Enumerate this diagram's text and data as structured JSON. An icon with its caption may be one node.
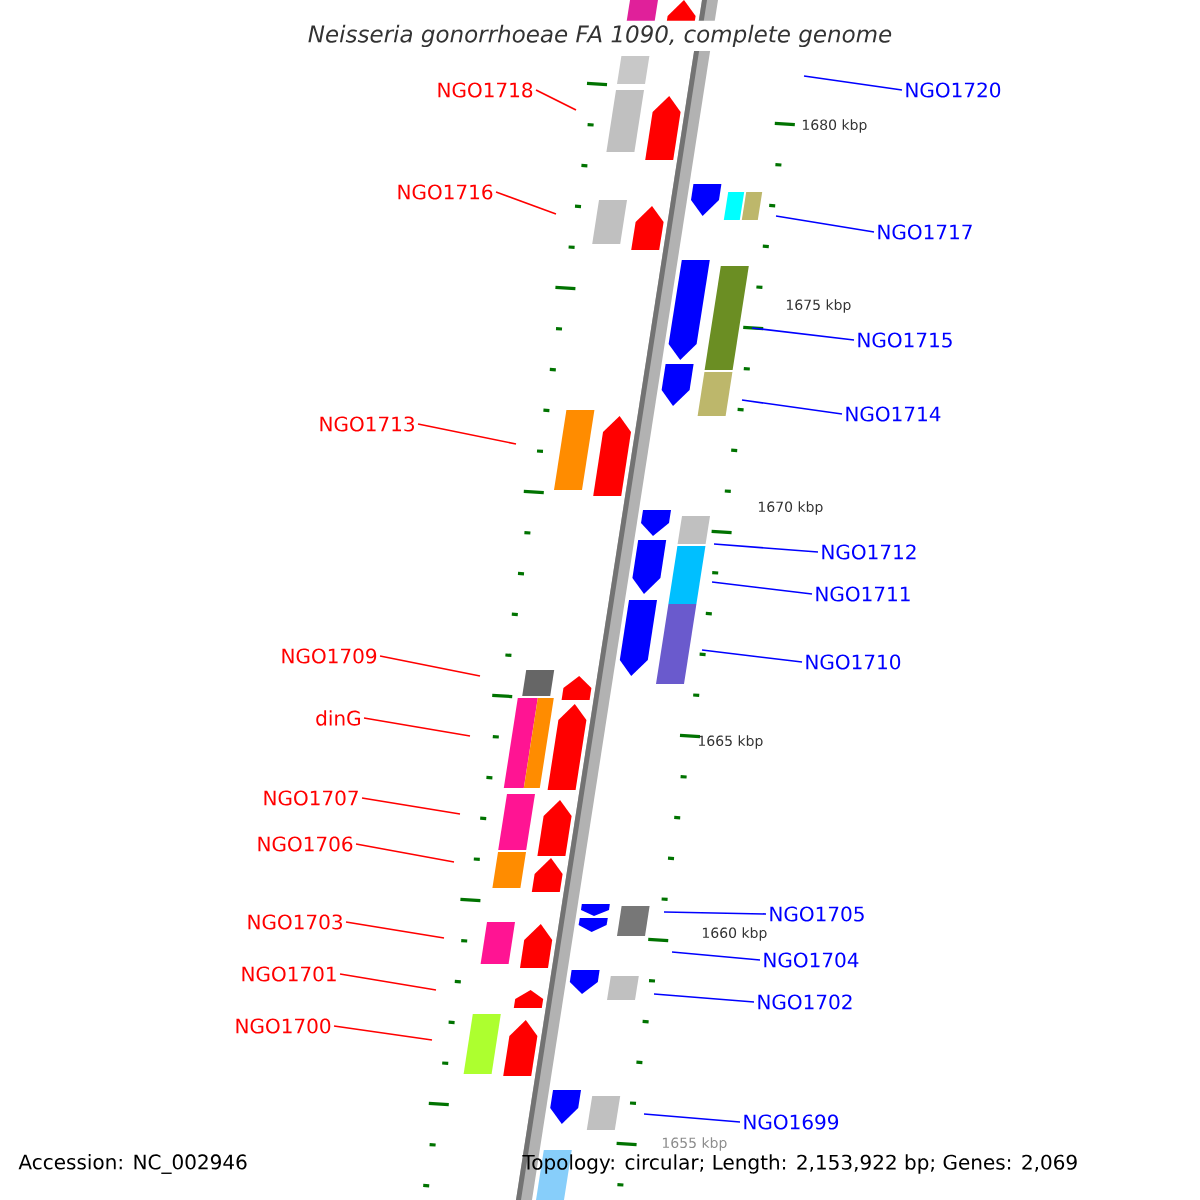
{
  "diagram": {
    "title": "Neisseria gonorrhoeae FA 1090, complete genome",
    "nodes": [
      {
        "text": [
          "NGO1720"
        ]
      },
      {
        "text": [
          "NGO1718"
        ]
      },
      {
        "text": [
          "NGO1716"
        ]
      },
      {
        "text": [
          "NGO1717"
        ]
      },
      {
        "text": [
          "NGO1715"
        ]
      },
      {
        "text": [
          "NGO1714"
        ]
      },
      {
        "text": [
          "NGO1713"
        ]
      },
      {
        "text": [
          "NGO1712"
        ]
      },
      {
        "text": [
          "NGO1711"
        ]
      },
      {
        "text": [
          "NGO1709"
        ]
      },
      {
        "text": [
          "NGO1710"
        ]
      },
      {
        "text": [
          "dinG"
        ]
      },
      {
        "text": [
          "NGO1707"
        ]
      },
      {
        "text": [
          "NGO1706"
        ]
      },
      {
        "text": [
          "NGO1705"
        ]
      },
      {
        "text": [
          "NGO1703"
        ]
      },
      {
        "text": [
          "NGO1704"
        ]
      },
      {
        "text": [
          "NGO1701"
        ]
      },
      {
        "text": [
          "NGO1702"
        ]
      },
      {
        "text": [
          "NGO1700"
        ]
      },
      {
        "text": [
          "NGO1699"
        ]
      }
    ],
    "edges": [
      {
        "from": 0,
        "to": null,
        "arrow": "none"
      },
      {
        "from": 1,
        "to": null,
        "arrow": "none",
        "color": "#ff0000"
      },
      {
        "from": 2,
        "to": null,
        "arrow": "none",
        "color": "#ff0000"
      },
      {
        "from": 3,
        "to": null,
        "arrow": "none"
      },
      {
        "from": 4,
        "to": null,
        "arrow": "none"
      },
      {
        "from": 5,
        "to": null,
        "arrow": "none"
      },
      {
        "from": 6,
        "to": null,
        "arrow": "none",
        "color": "#ff0000"
      },
      {
        "from": 7,
        "to": null,
        "arrow": "none"
      },
      {
        "from": 8,
        "to": null,
        "arrow": "none"
      },
      {
        "from": 9,
        "to": null,
        "arrow": "none",
        "color": "#ff0000"
      },
      {
        "from": 10,
        "to": null,
        "arrow": "none"
      },
      {
        "from": 11,
        "to": null,
        "arrow": "none",
        "color": "#ff0000"
      },
      {
        "from": 12,
        "to": null,
        "arrow": "none",
        "color": "#ff0000"
      },
      {
        "from": 13,
        "to": null,
        "arrow": "none",
        "color": "#ff0000"
      },
      {
        "from": 14,
        "to": null,
        "arrow": "none"
      },
      {
        "from": 15,
        "to": null,
        "arrow": "none",
        "color": "#ff0000"
      },
      {
        "from": 16,
        "to": null,
        "arrow": "none"
      },
      {
        "from": 17,
        "to": null,
        "arrow": "none",
        "color": "#ff0000"
      },
      {
        "from": 18,
        "to": null,
        "arrow": "none"
      },
      {
        "from": 19,
        "to": null,
        "arrow": "none",
        "color": "#ff0000"
      },
      {
        "from": 20,
        "to": null,
        "arrow": "none"
      }
    ],
    "labels": [
      "1680 kbp",
      "1675 kbp",
      "1670 kbp",
      "1665 kbp",
      "1660 kbp",
      "1655 kbp",
      "Accession: NC_002946",
      "Topology: circular; Length: 2,153,922 bp; Genes: 2,069"
    ]
  }
}
